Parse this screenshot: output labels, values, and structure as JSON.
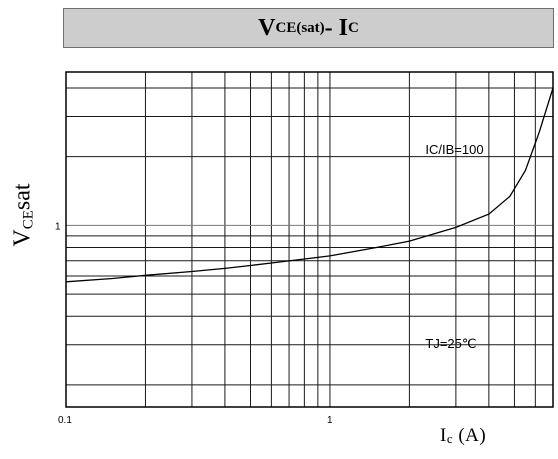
{
  "chart_data": {
    "type": "line",
    "title": {
      "main": "V",
      "sub": "CE(sat)",
      "dash": "- ",
      "main2": "I",
      "sub2": "C"
    },
    "ylabel": {
      "main": "V",
      "sub": "CE",
      "rest": "sat"
    },
    "xlabel": {
      "main": "I",
      "sub": "c",
      "rest": " (A)"
    },
    "x_scale": "log",
    "y_scale": "log",
    "xlim": [
      0.1,
      7
    ],
    "ylim": [
      0.16,
      4.7
    ],
    "x_ticks": [
      {
        "value": 0.1,
        "label": "0.1"
      },
      {
        "value": 1,
        "label": "1"
      }
    ],
    "y_ticks": [
      {
        "value": 1,
        "label": "1"
      }
    ],
    "grid": true,
    "annotations": [
      {
        "text": "IC/IB=100",
        "x": 2.0,
        "y": 2.05
      },
      {
        "text": "TJ=25℃",
        "x": 2.0,
        "y": 0.29
      }
    ],
    "series": [
      {
        "color": "#000000",
        "points": [
          [
            0.1,
            0.566
          ],
          [
            0.15,
            0.585
          ],
          [
            0.2,
            0.604
          ],
          [
            0.3,
            0.628
          ],
          [
            0.4,
            0.648
          ],
          [
            0.5,
            0.667
          ],
          [
            0.6,
            0.684
          ],
          [
            0.8,
            0.712
          ],
          [
            1.0,
            0.735
          ],
          [
            1.5,
            0.8
          ],
          [
            2.0,
            0.853
          ],
          [
            3.0,
            0.98
          ],
          [
            4.0,
            1.12
          ],
          [
            4.8,
            1.34
          ],
          [
            5.5,
            1.74
          ],
          [
            6.2,
            2.55
          ],
          [
            7.0,
            4.0
          ]
        ]
      }
    ]
  }
}
